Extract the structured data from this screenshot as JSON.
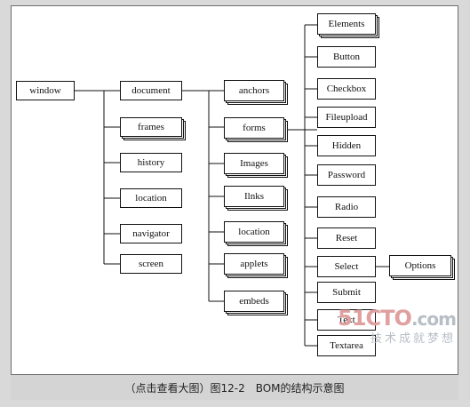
{
  "nodes": {
    "window": "window",
    "document": "document",
    "frames": "frames",
    "history": "history",
    "location": "location",
    "navigator": "navigator",
    "screen": "screen",
    "anchors": "anchors",
    "forms": "forms",
    "images": "Images",
    "links": "Ilnks",
    "doc_location": "location",
    "applets": "applets",
    "embeds": "embeds",
    "elements": "Elements",
    "button": "Button",
    "checkbox": "Checkbox",
    "fileupload": "Fileupload",
    "hidden": "Hidden",
    "password": "Password",
    "radio": "Radio",
    "reset": "Reset",
    "select": "Select",
    "submit": "Submit",
    "text": "Text",
    "textarea": "Textarea",
    "options": "Options"
  },
  "caption": "（点击查看大图）图12-2　BOM的结构示意图",
  "watermark": {
    "logo_main": "51CTO",
    "logo_domain": ".com",
    "tagline": "技术成就梦想"
  }
}
